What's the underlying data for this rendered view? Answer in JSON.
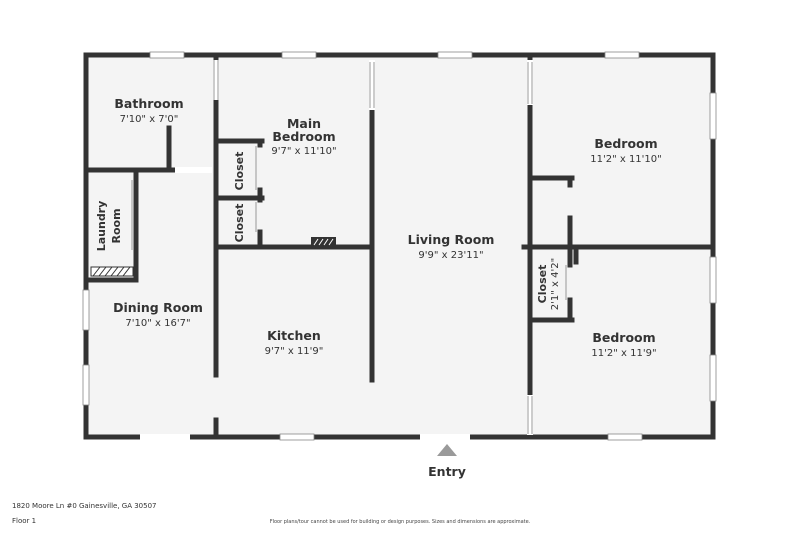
{
  "rooms": {
    "bathroom": {
      "name": "Bathroom",
      "dim": "7'10\" x 7'0\""
    },
    "main_bedroom": {
      "name1": "Main",
      "name2": "Bedroom",
      "dim": "9'7\" x 11'10\""
    },
    "bedroom_1": {
      "name": "Bedroom",
      "dim": "11'2\" x 11'10\""
    },
    "closet_1": {
      "name": "Closet"
    },
    "closet_2": {
      "name": "Closet"
    },
    "laundry": {
      "name1": "Laundry",
      "name2": "Room"
    },
    "living_room": {
      "name": "Living Room",
      "dim": "9'9\" x 23'11\""
    },
    "closet_3": {
      "name": "Closet",
      "dim": "2'1\" x 4'2\""
    },
    "dining_room": {
      "name": "Dining Room",
      "dim": "7'10\" x 16'7\""
    },
    "kitchen": {
      "name": "Kitchen",
      "dim": "9'7\" x 11'9\""
    },
    "bedroom_2": {
      "name": "Bedroom",
      "dim": "11'2\" x 11'9\""
    }
  },
  "entry": {
    "label": "Entry"
  },
  "footer": {
    "address": "1820 Moore Ln #0 Gainesville, GA 30507",
    "floor": "Floor 1",
    "disclaimer": "Floor plans/tour cannot be used for building or design purposes. Sizes and dimensions are approximate."
  },
  "colors": {
    "wall": "#333333",
    "floor": "#f4f4f4",
    "window": "#ffffff",
    "entry_arrow": "#9a9a9a"
  }
}
